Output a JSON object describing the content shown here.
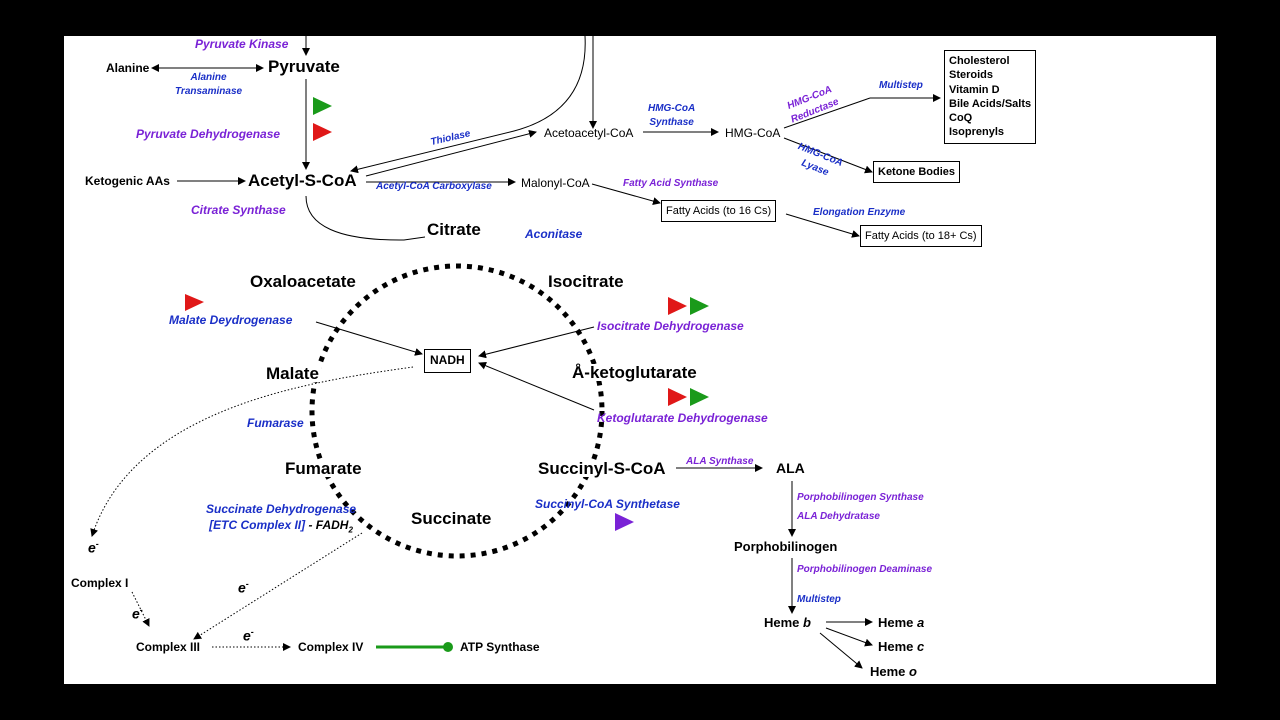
{
  "molecules": {
    "pyruvate": "Pyruvate",
    "alanine": "Alanine",
    "acetyl_scoa": "Acetyl-S-CoA",
    "ketogenic_aas": "Ketogenic AAs",
    "acetoacetyl_coa": "Acetoacetyl-CoA",
    "malonyl_coa": "Malonyl-CoA",
    "hmg_coa": "HMG-CoA",
    "citrate": "Citrate",
    "isocitrate": "Isocitrate",
    "oxaloacetate": "Oxaloacetate",
    "malate": "Malate",
    "ketoglutarate": "Å-ketoglutarate",
    "fumarate": "Fumarate",
    "succinyl_scoa": "Succinyl-S-CoA",
    "succinate": "Succinate",
    "ala": "ALA",
    "porphobilinogen": "Porphobilinogen",
    "heme_b_prefix": "Heme ",
    "heme_b_suffix": "b",
    "heme_a_prefix": "Heme ",
    "heme_a_suffix": "a",
    "heme_c_prefix": "Heme ",
    "heme_c_suffix": "c",
    "heme_o_prefix": "Heme ",
    "heme_o_suffix": "o"
  },
  "boxes": {
    "nadh": "NADH",
    "ketone_bodies": "Ketone Bodies",
    "fatty_acids_16": "Fatty Acids (to 16 Cs)",
    "fatty_acids_18": "Fatty Acids (to 18+ Cs)",
    "cholesterol_products": [
      "Cholesterol",
      "Steroids",
      "Vitamin D",
      "Bile Acids/Salts",
      "CoQ",
      "Isoprenyls"
    ]
  },
  "enzymes": {
    "pyruvate_kinase": "Pyruvate Kinase",
    "alanine_transaminase_1": "Alanine",
    "alanine_transaminase_2": "Transaminase",
    "pyruvate_dehydrogenase": "Pyruvate Dehydrogenase",
    "citrate_synthase": "Citrate Synthase",
    "thiolase": "Thiolase",
    "acetyl_coa_carboxylase": "Acetyl-CoA Carboxylase",
    "hmg_coa_synthase_1": "HMG-CoA",
    "hmg_coa_synthase_2": "Synthase",
    "hmg_coa_reductase_1": "HMG-CoA",
    "hmg_coa_reductase_2": "Reductase",
    "hmg_coa_lyase_1": "HMG-CoA",
    "hmg_coa_lyase_2": "Lyase",
    "multistep_top": "Multistep",
    "fatty_acid_synthase": "Fatty Acid Synthase",
    "elongation_enzyme": "Elongation Enzyme",
    "aconitase": "Aconitase",
    "malate_dehydrogenase": "Malate Deydrogenase",
    "isocitrate_dehydrogenase": "Isocitrate Dehydrogenase",
    "ketoglutarate_dehydrogenase": "Ketoglutarate Dehydrogenase",
    "fumarase": "Fumarase",
    "succinate_dehydrogenase_1": "Succinate Dehydrogenase",
    "succinate_dehydrogenase_2": "[ETC Complex II]",
    "fadh2": " - FADH",
    "fadh2_sub": "2",
    "succinyl_coa_synthetase": "Succinyl-CoA Synthetase",
    "ala_synthase": "ALA Synthase",
    "porphobilinogen_synthase": "Porphobilinogen Synthase",
    "ala_dehydratase": "ALA Dehydratase",
    "porphobilinogen_deaminase": "Porphobilinogen Deaminase",
    "multistep_heme": "Multistep"
  },
  "etc": {
    "complex_i": "Complex I",
    "complex_iii": "Complex III",
    "complex_iv": "Complex IV",
    "atp_synthase": "ATP Synthase",
    "electron": "e",
    "electron_sup": "-"
  },
  "colors": {
    "enzyme_purple": "#7a22d6",
    "enzyme_blue": "#1a2fc7",
    "activator_green": "#1a9a1a",
    "inhibitor_red": "#e01818",
    "atp_synthase_green": "#1a9a1a"
  }
}
